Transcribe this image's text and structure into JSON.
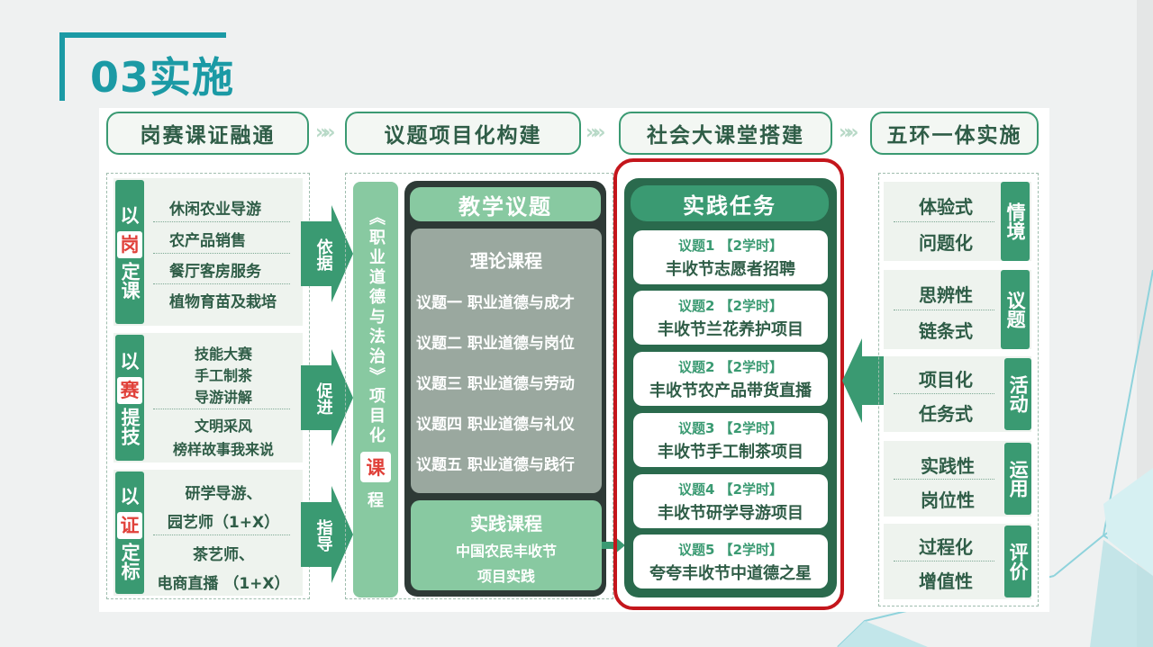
{
  "page_title": "03实施",
  "headers": [
    "岗赛课证融通",
    "议题项目化构建",
    "社会大课堂搭建",
    "五环一体实施"
  ],
  "left_groups": [
    {
      "chars_top": "以",
      "chars_hl": "岗",
      "chars_bottom": "定课",
      "items": [
        "休闲农业导游",
        "农产品销售",
        "餐厅客房服务",
        "植物育苗及栽培"
      ],
      "arrow": "依据"
    },
    {
      "chars_top": "以",
      "chars_hl": "赛",
      "chars_bottom": "提技",
      "items": [
        "技能大赛",
        "手工制茶",
        "导游讲解",
        "文明采风",
        "榜样故事我来说"
      ],
      "arrow": "促进"
    },
    {
      "chars_top": "以",
      "chars_hl": "证",
      "chars_bottom": "定标",
      "items": [
        "研学导游、",
        "园艺师（1+X）",
        "茶艺师、",
        "电商直播 （1+X）"
      ],
      "arrow": "指导"
    }
  ],
  "vertical_column": {
    "top": "《职业道德与法治》项目化",
    "highlight": "课",
    "bottom": "程"
  },
  "topics": {
    "head": "教学议题",
    "theory_title": "理论课程",
    "theory_items": [
      "议题一 职业道德与成才",
      "议题二 职业道德与岗位",
      "议题三 职业道德与劳动",
      "议题四 职业道德与礼仪",
      "议题五 职业道德与践行"
    ],
    "practice_title": "实践课程",
    "practice_lines": [
      "中国农民丰收节",
      "项目实践"
    ]
  },
  "tasks": {
    "head": "实践任务",
    "cards": [
      {
        "tag": "议题1 【2学时】",
        "name": "丰收节志愿者招聘"
      },
      {
        "tag": "议题2 【2学时】",
        "name": "丰收节兰花养护项目"
      },
      {
        "tag": "议题2 【2学时】",
        "name": "丰收节农产品带货直播"
      },
      {
        "tag": "议题3 【2学时】",
        "name": "丰收节手工制茶项目"
      },
      {
        "tag": "议题4 【2学时】",
        "name": "丰收节研学导游项目"
      },
      {
        "tag": "议题5 【2学时】",
        "name": "夸夸丰收节中道德之星"
      }
    ]
  },
  "right_rows": [
    {
      "a": "体验式",
      "b": "问题化",
      "tag": "情境"
    },
    {
      "a": "思辨性",
      "b": "链条式",
      "tag": "议题"
    },
    {
      "a": "项目化",
      "b": "任务式",
      "tag": "活动"
    },
    {
      "a": "实践性",
      "b": "岗位性",
      "tag": "运用"
    },
    {
      "a": "过程化",
      "b": "增值性",
      "tag": "评价"
    }
  ],
  "colors": {
    "teal": "#1b9aa5",
    "green": "#3a9a72",
    "light_green": "#88c9a1",
    "dark_green": "#2a6a4d",
    "red": "#c4161c"
  }
}
